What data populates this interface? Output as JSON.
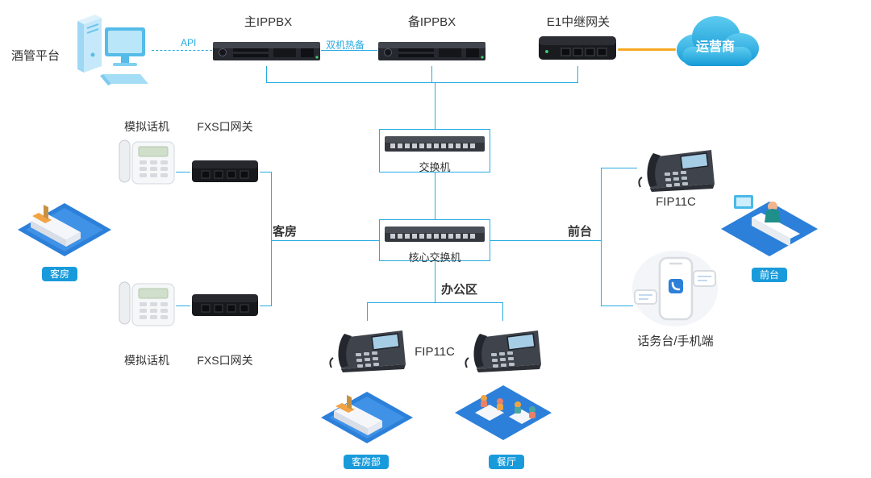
{
  "diagram": {
    "top": {
      "hotel_platform_label": "酒管平台",
      "main_ippbx_label": "主IPPBX",
      "backup_ippbx_label": "备IPPBX",
      "e1_gateway_label": "E1中继网关",
      "carrier_label": "运营商"
    },
    "edges": {
      "api": "API",
      "hot_standby": "双机热备",
      "guest_room": "客房",
      "front_desk": "前台",
      "office_area": "办公区"
    },
    "switches": {
      "access_switch_label": "交换机",
      "core_switch_label": "核心交换机"
    },
    "left": {
      "analog_phone_top_label": "模拟话机",
      "fxs_gateway_top_label": "FXS口网关",
      "analog_phone_bottom_label": "模拟话机",
      "fxs_gateway_bottom_label": "FXS口网关",
      "guest_room_badge": "客房"
    },
    "right": {
      "fip11c_label": "FIP11C",
      "front_desk_badge": "前台",
      "console_mobile_label": "话务台/手机端"
    },
    "bottom": {
      "fip11c_label": "FIP11C",
      "housekeeping_badge": "客房部",
      "restaurant_badge": "餐厅"
    },
    "colors": {
      "line": "#29abe2",
      "carrier_link": "#f7a823",
      "badge_bg": "#199bdb",
      "text": "#333333"
    }
  }
}
